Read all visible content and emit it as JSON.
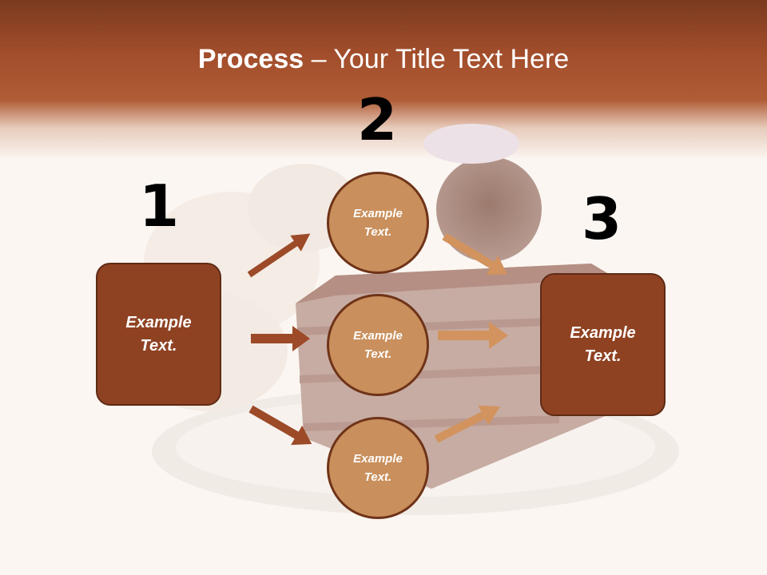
{
  "slide": {
    "title_bold": "Process",
    "title_rest": " – Your Title Text Here",
    "step_numbers": [
      "1",
      "2",
      "3"
    ],
    "left_box": "Example Text.",
    "right_box": "Example Text.",
    "circles": [
      "Example Text.",
      "Example Text.",
      "Example Text."
    ]
  },
  "colors": {
    "header": "#a34e2c",
    "box_fill": "#8f4222",
    "circle_fill": "#c98f5c",
    "arrow_dark": "#9c4a27",
    "arrow_light": "#d2935e"
  }
}
